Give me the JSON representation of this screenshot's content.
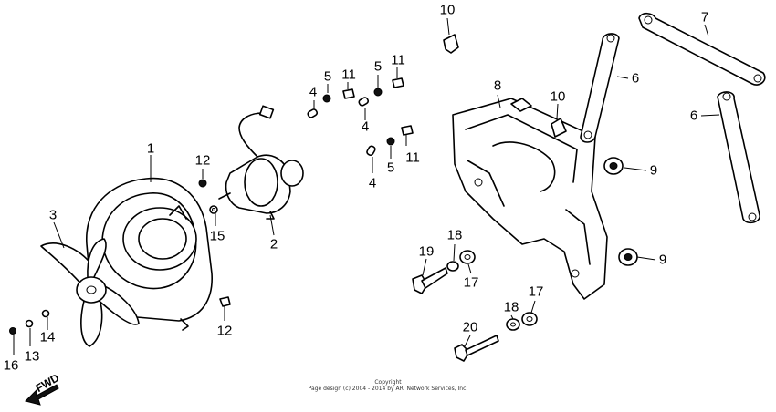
{
  "labels": [
    "1",
    "2",
    "3",
    "4",
    "4",
    "4",
    "5",
    "5",
    "5",
    "6",
    "6",
    "7",
    "8",
    "9",
    "9",
    "10",
    "10",
    "11",
    "11",
    "11",
    "12",
    "12",
    "13",
    "14",
    "15",
    "16",
    "17",
    "17",
    "18",
    "18",
    "19",
    "20"
  ],
  "fwd": "FWD",
  "copyright": {
    "line1": "Copyright",
    "line2": "Page design (c) 2004 - 2014 by ARI Network Services, Inc."
  }
}
